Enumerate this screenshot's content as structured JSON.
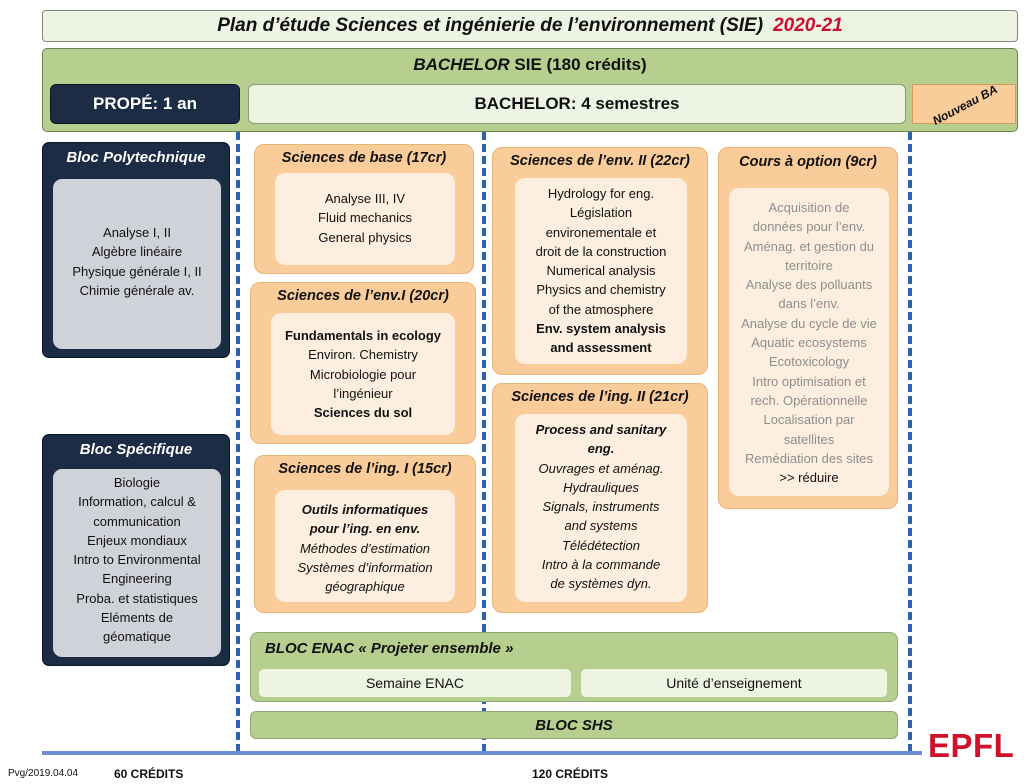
{
  "header": {
    "title": "Plan d’étude Sciences et ingénierie de l’environnement (SIE)",
    "year": "2020-21"
  },
  "bachelor": {
    "title_italic": "BACHELOR",
    "title_rest": " SIE (180 crédits)",
    "prope": "PROPÉ: 1 an",
    "bachelor_4": "BACHELOR: 4 semestres",
    "nouveau_ba": "Nouveau BA"
  },
  "bloc_polytechnique": {
    "title": "Bloc Polytechnique",
    "items": [
      "Analyse I, II",
      "Algèbre linéaire",
      "Physique générale I, II",
      "Chimie générale av."
    ]
  },
  "bloc_specifique": {
    "title": "Bloc Spécifique",
    "items": [
      "Biologie",
      "Information, calcul &",
      "communication",
      "Enjeux mondiaux",
      "Intro to Environmental",
      "Engineering",
      "Proba. et statistiques",
      "Eléments de",
      "géomatique"
    ]
  },
  "sciences_base": {
    "title": "Sciences  de base (17cr)",
    "items": [
      "Analyse III, IV",
      "Fluid mechanics",
      "General physics"
    ]
  },
  "sciences_env1": {
    "title": "Sciences  de l’env.I (20cr)",
    "items": [
      "Fundamentals in ecology",
      "Environ. Chemistry",
      "Microbiologie pour",
      "l’ingénieur",
      "Sciences du sol"
    ]
  },
  "sciences_ing1": {
    "title": "Sciences  de l’ing. I (15cr)",
    "items": [
      "Outils informatiques",
      "pour l’ing. en env.",
      "Méthodes d’estimation",
      "Systèmes d’information",
      "géographique"
    ]
  },
  "sciences_env2": {
    "title": "Sciences  de l’env. II (22cr)",
    "items": [
      "Hydrology for eng.",
      "Législation",
      "environementale et",
      "droit de la construction",
      "Numerical analysis",
      "Physics and chemistry",
      "of the atmosphere",
      "Env. system analysis",
      "and assessment"
    ]
  },
  "sciences_ing2": {
    "title": "Sciences  de l’ing. II (21cr)",
    "items": [
      "Process and sanitary",
      "eng.",
      "Ouvrages et aménag.",
      "Hydrauliques",
      "Signals, instruments",
      "and systems",
      "Télédétection",
      "Intro à la commande",
      "de systèmes dyn."
    ]
  },
  "cours_option": {
    "title": "Cours à option (9cr)",
    "items": [
      "Acquisition de",
      "données pour l’env.",
      "Aménag. et gestion du",
      "territoire",
      "Analyse des polluants",
      "dans l’env.",
      "Analyse du cycle de vie",
      "Aquatic ecosystems",
      "Ecotoxicology",
      "Intro optimisation et",
      "rech. Opérationnelle",
      "Localisation par",
      "satellites",
      "Remédiation des sites",
      ">> réduire"
    ]
  },
  "bloc_enac": {
    "title": "BLOC ENAC « Projeter ensemble »",
    "semaine": "Semaine ENAC",
    "unite": "Unité d’enseignement"
  },
  "bloc_shs": "BLOC SHS",
  "footer": {
    "version": "Pvg/2019.04.04",
    "credits_60": "60 CRÉDITS",
    "credits_120": "120 CRÉDITS",
    "logo": "EPFL"
  }
}
